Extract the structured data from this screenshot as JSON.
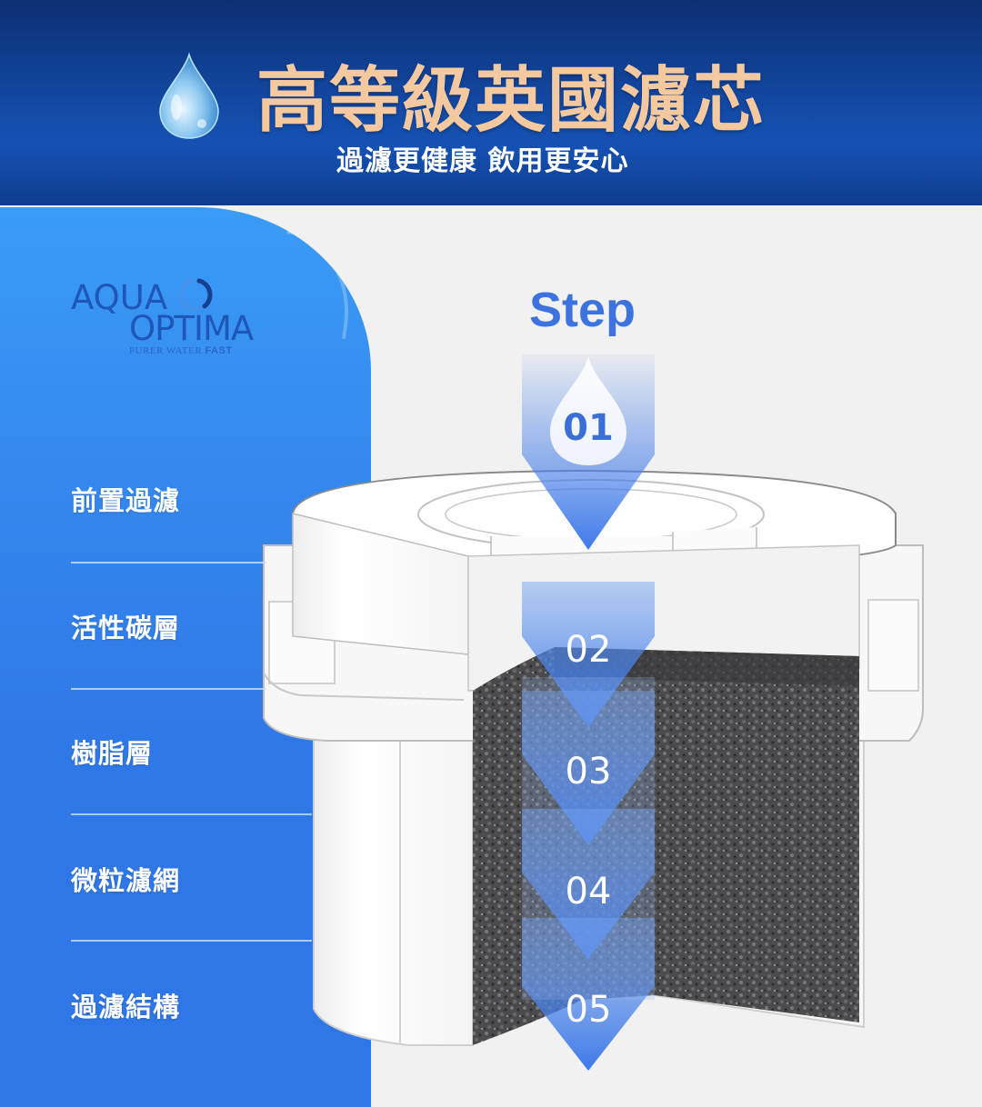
{
  "header": {
    "title": "高等級英國濾芯",
    "subtitle": "過濾更健康 飲用更安心",
    "icon": "water-drop-icon"
  },
  "brand": {
    "line1": "AQUA",
    "line2": "OPTIMA",
    "tagline_regular": "PURER WATER ",
    "tagline_bold": "FAST",
    "icon": "ring-logo-icon"
  },
  "layers": [
    {
      "label": "前置過濾"
    },
    {
      "label": "活性碳層"
    },
    {
      "label": "樹脂層"
    },
    {
      "label": "微粒濾網"
    },
    {
      "label": "過濾結構"
    }
  ],
  "steps": {
    "heading": "Step",
    "items": [
      {
        "number": "01"
      },
      {
        "number": "02"
      },
      {
        "number": "03"
      },
      {
        "number": "04"
      },
      {
        "number": "05"
      }
    ]
  },
  "colors": {
    "header_bg": "#12469e",
    "title_text": "#f5c9a0",
    "panel_blue": "#3588ee",
    "step_blue": "#3d73de",
    "background": "#f1f1f1",
    "carbon": "#4a4a4a"
  }
}
